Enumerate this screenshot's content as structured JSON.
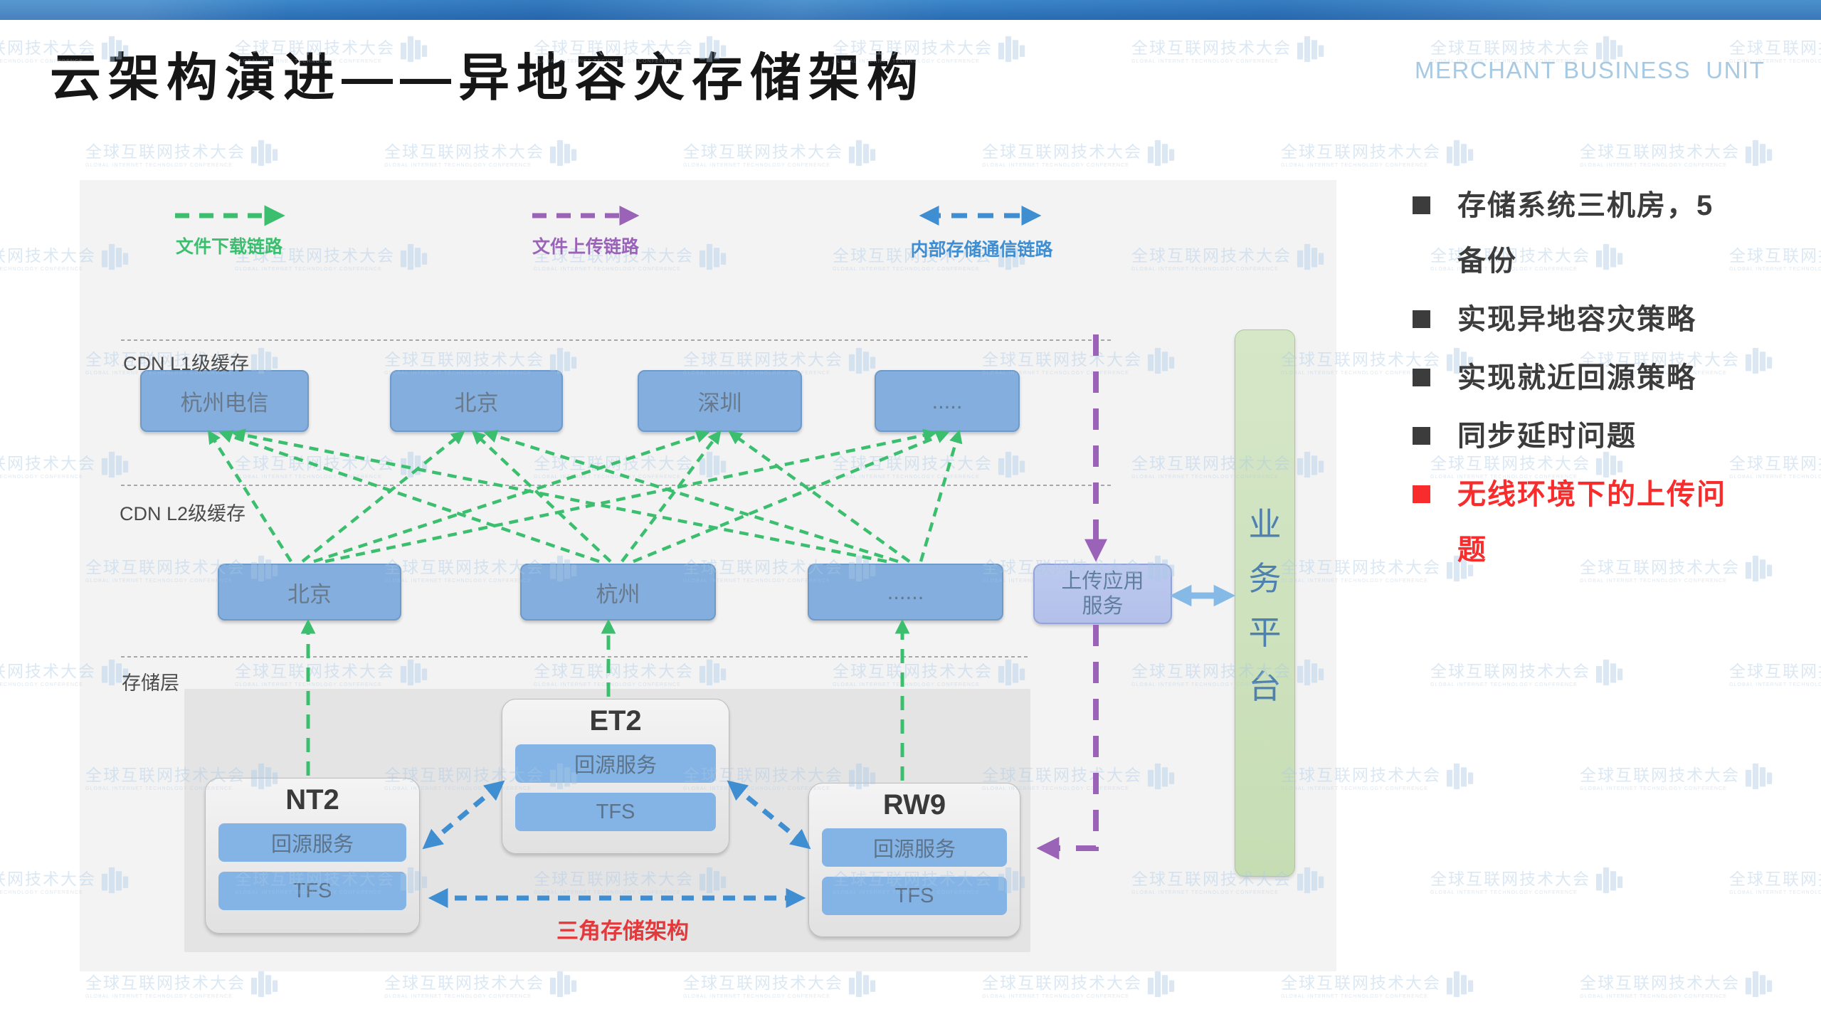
{
  "colors": {
    "topbar1": "#3c87c9",
    "topbar2": "#2a6cb3",
    "org": "#a6c9e4",
    "watermark": "#a9c9e4",
    "green": "#3bbf6e",
    "purple": "#9a63b8",
    "blue": "#3f8ed2",
    "lightblue": "#85b9e6",
    "nodeFill": "#84aede",
    "nodeBorder": "#6d9ac9",
    "nodeText": "#68798c",
    "serviceFill": "#84b4e6",
    "uploadFill": "#b3c0e9",
    "uploadBorder": "#91a3d8",
    "platformFill": "#c6ddb4",
    "platformText": "#4e80b0",
    "divider": "#8f8f8f",
    "label": "#4b4b4b",
    "red": "#e23a3c",
    "bulletDark": "#3c3c3c",
    "bulletRed": "#f82c2c"
  },
  "header": {
    "title": "云架构演进——异地容灾存储架构",
    "unit": "MERCHANT BUSINESS  UNIT"
  },
  "watermark": {
    "text": "全球互联网技术大会",
    "subtext": "GLOBAL INTERNET TECHNOLOGY CONFERENCE"
  },
  "legend": {
    "items": [
      {
        "label": "文件下载链路"
      },
      {
        "label": "文件上传链路"
      },
      {
        "label": "内部存储通信链路"
      }
    ]
  },
  "cdn_l1": {
    "label": "CDN L1级缓存",
    "nodes": [
      "杭州电信",
      "北京",
      "深圳",
      "....."
    ]
  },
  "cdn_l2": {
    "label": "CDN L2级缓存",
    "nodes": [
      "北京",
      "杭州",
      "......"
    ]
  },
  "storage": {
    "label": "存储层",
    "caption": "三角存储架构",
    "groups": [
      {
        "name": "NT2",
        "services": [
          "回源服务",
          "TFS"
        ]
      },
      {
        "name": "ET2",
        "services": [
          "回源服务",
          "TFS"
        ]
      },
      {
        "name": "RW9",
        "services": [
          "回源服务",
          "TFS"
        ]
      }
    ]
  },
  "upload": {
    "lines": [
      "上传应用",
      "服务"
    ]
  },
  "platform": {
    "chars": [
      "业",
      "务",
      "平",
      "台"
    ]
  },
  "bullets": [
    {
      "label": "存储系统三机房，5备份",
      "highlight": false
    },
    {
      "label": "实现异地容灾策略",
      "highlight": false
    },
    {
      "label": "实现就近回源策略",
      "highlight": false
    },
    {
      "label": "同步延时问题",
      "highlight": false
    },
    {
      "label": "无线环境下的上传问题",
      "highlight": true
    }
  ]
}
